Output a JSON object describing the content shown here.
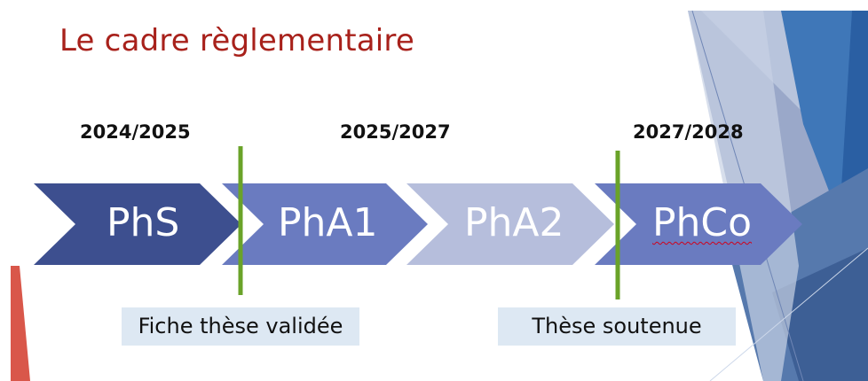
{
  "slide": {
    "title": "Le cadre règlementaire"
  },
  "timeline": {
    "years": [
      "2024/2025",
      "2025/2027",
      "2027/2028"
    ],
    "phases": [
      "PhS",
      "PhA1",
      "PhA2",
      "PhCo"
    ],
    "milestones": [
      "Fiche thèse validée",
      "Thèse soutenue"
    ]
  },
  "colors": {
    "title": "#a8211b",
    "phase_1": "#3d4f8f",
    "phase_2": "#6a7bc0",
    "phase_3": "#b6bedc",
    "phase_4": "#6a7bc0",
    "milestone_line": "#6aa329",
    "note_box": "#dde8f3"
  }
}
